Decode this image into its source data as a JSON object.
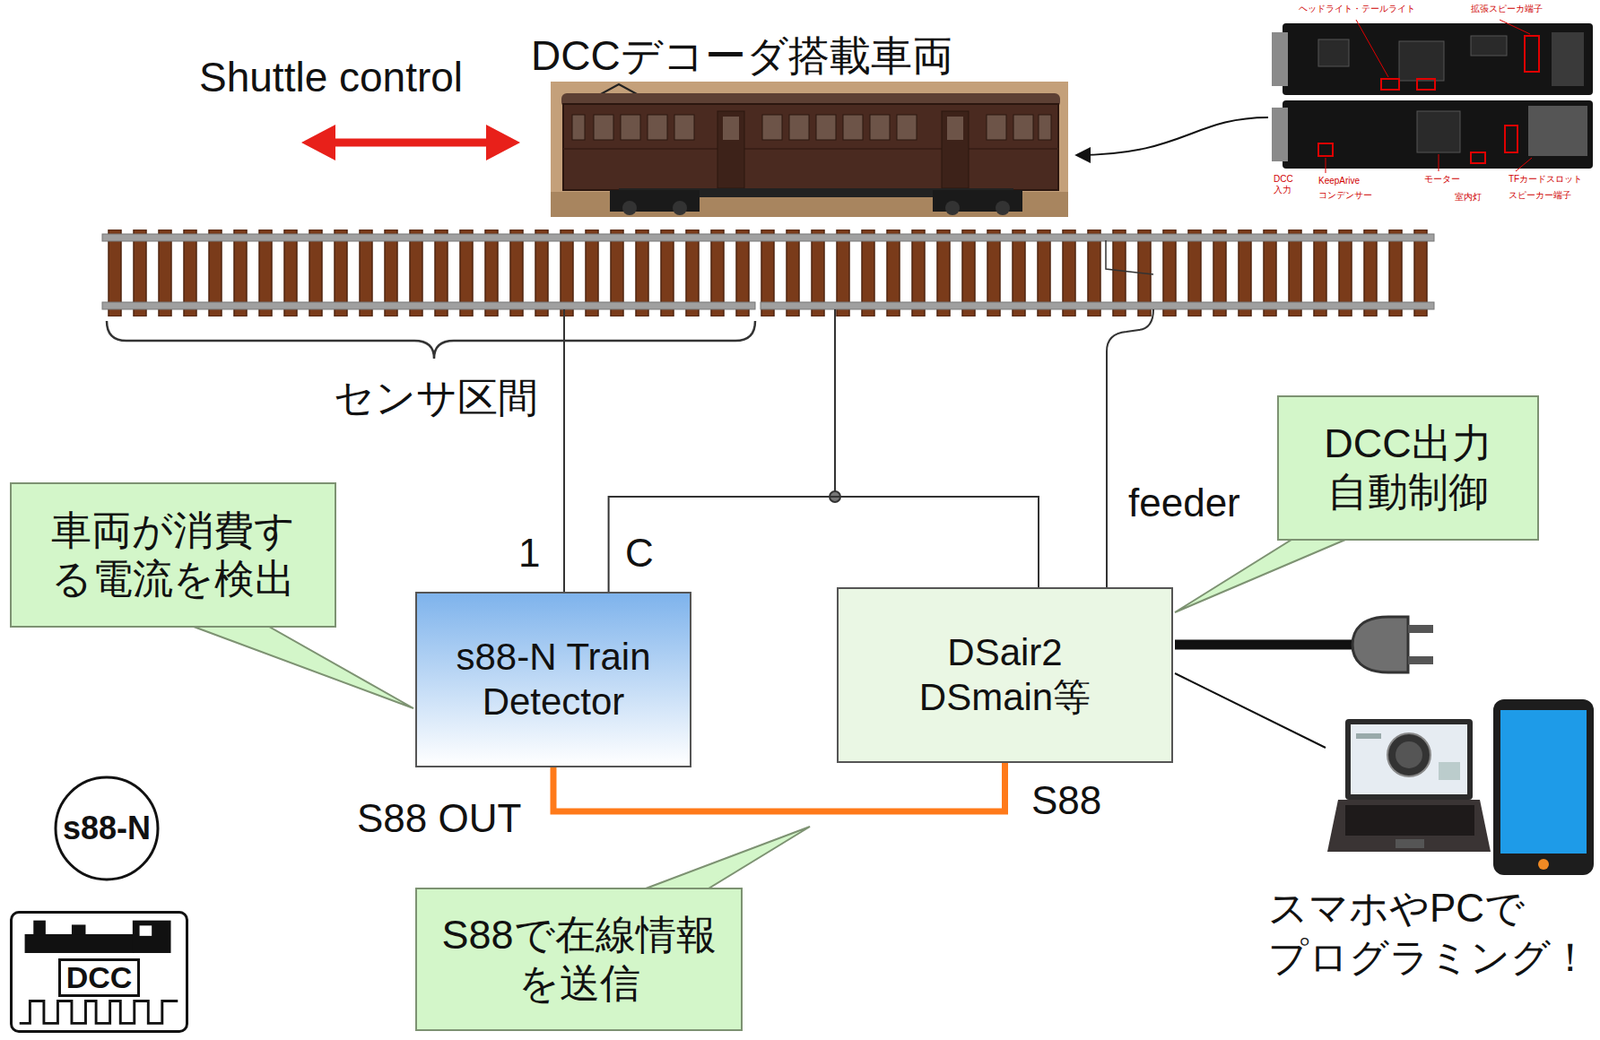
{
  "diagram": {
    "nodes": [
      {
        "text": [
          "DCC出力 自動制御"
        ]
      },
      {
        "text": [
          "車両が消費す る電流を検出"
        ]
      },
      {
        "text": [
          "s88-N Train Detector"
        ]
      },
      {
        "text": [
          "DSair2 DSmain等"
        ]
      },
      {
        "text": [
          "s88-N"
        ]
      },
      {
        "text": [
          "S88で在線情報 を送信"
        ]
      },
      {
        "text": [
          "DCC"
        ]
      }
    ],
    "edges": [
      {
        "from": 2,
        "to": 3,
        "arrow": "none"
      },
      {
        "from": 2,
        "to": 3,
        "arrow": "none"
      }
    ],
    "labels": [
      "Shuttle control",
      "DCCデコーダ搭載車両",
      "ヘッドライト・テールライト",
      "拡張スピーカ端子",
      "DCC 入力",
      "KeepArive",
      "コンデンサー",
      "モーター",
      "室内灯",
      "TFカードスロット",
      "スピーカー端子",
      "センサ区間",
      "1",
      "C",
      "feeder",
      "S88 OUT",
      "S88",
      "スマホやPCで プログラミング！",
      "®"
    ]
  }
}
